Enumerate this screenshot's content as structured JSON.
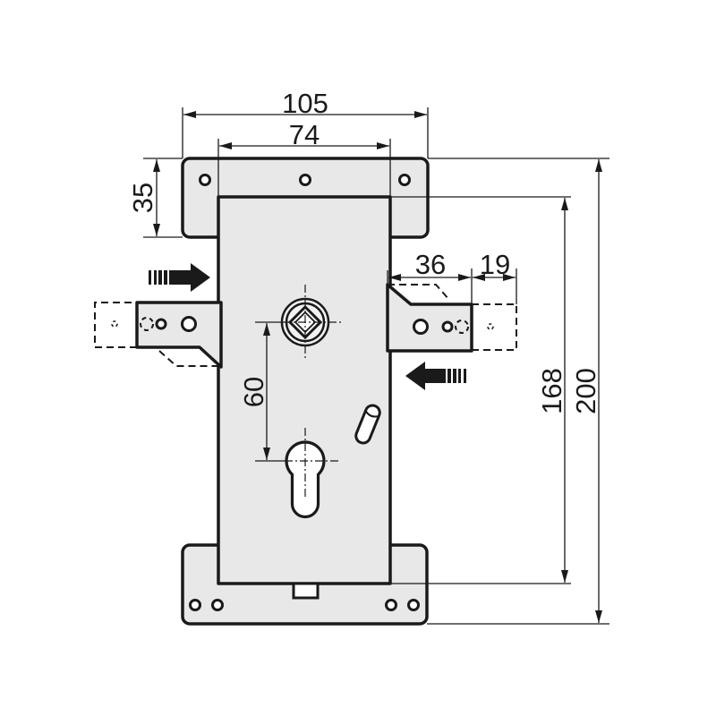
{
  "diagram": {
    "type": "technical-drawing",
    "subject": "lock case with mounting plates and sliding brackets",
    "dimensions": {
      "overall_width": "105",
      "body_width": "74",
      "plate_height": "35",
      "bracket_extension": "36",
      "bracket_travel": "19",
      "spindle_to_cylinder": "60",
      "body_height": "168",
      "overall_height": "200"
    },
    "components": [
      {
        "name": "top-mounting-plate",
        "holes": 3
      },
      {
        "name": "lock-body"
      },
      {
        "name": "bottom-mounting-plate",
        "holes": 4
      },
      {
        "name": "left-sliding-bracket",
        "direction": "right"
      },
      {
        "name": "right-sliding-bracket",
        "direction": "left"
      },
      {
        "name": "square-spindle-hole"
      },
      {
        "name": "euro-cylinder-hole"
      },
      {
        "name": "oblique-slot"
      },
      {
        "name": "bottom-tab"
      }
    ],
    "colors": {
      "line": "#1a1a1a",
      "part_fill": "#e8e8e8",
      "background": "#ffffff"
    }
  }
}
